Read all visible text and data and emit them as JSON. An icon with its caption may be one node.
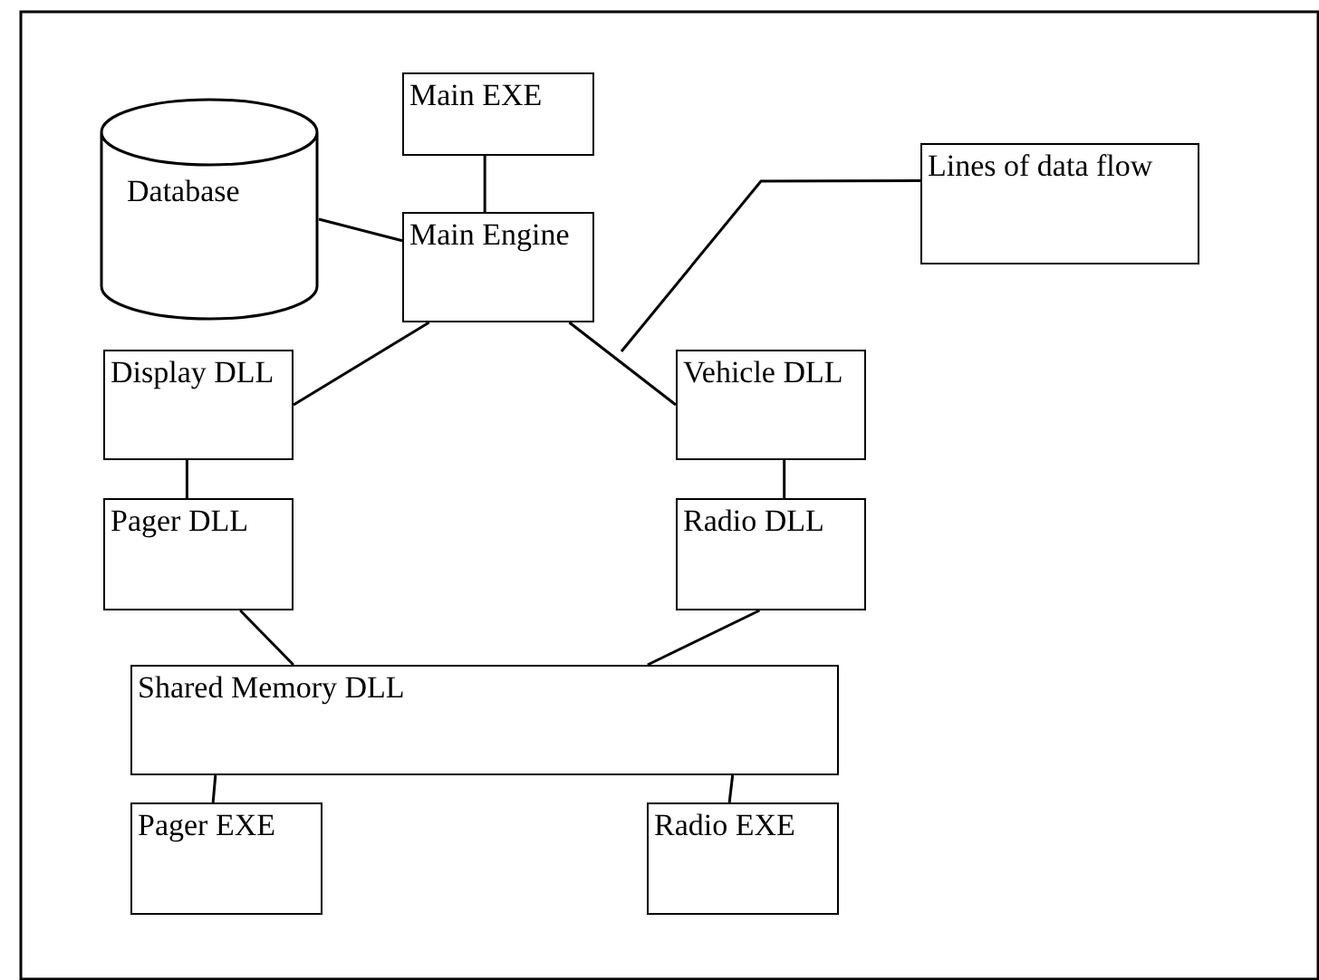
{
  "diagram": {
    "nodes": [
      {
        "text": [
          "Main EXE"
        ]
      },
      {
        "text": [
          "Database"
        ]
      },
      {
        "text": [
          "Main Engine"
        ]
      },
      {
        "text": [
          "Lines of data flow"
        ]
      },
      {
        "text": [
          "Display DLL"
        ]
      },
      {
        "text": [
          "Vehicle DLL"
        ]
      },
      {
        "text": [
          "Pager DLL"
        ]
      },
      {
        "text": [
          "Radio DLL"
        ]
      },
      {
        "text": [
          "Shared Memory DLL"
        ]
      },
      {
        "text": [
          "Pager EXE"
        ]
      },
      {
        "text": [
          "Radio EXE"
        ]
      }
    ],
    "edges": [
      {
        "from": 0,
        "to": 2,
        "arrow": "none"
      },
      {
        "from": 1,
        "to": 2,
        "arrow": "none"
      },
      {
        "from": 2,
        "to": 4,
        "arrow": "none"
      },
      {
        "from": 2,
        "to": 5,
        "arrow": "none"
      },
      {
        "from": 4,
        "to": 6,
        "arrow": "none"
      },
      {
        "from": 5,
        "to": 7,
        "arrow": "none"
      },
      {
        "from": 6,
        "to": 8,
        "arrow": "none"
      },
      {
        "from": 7,
        "to": 8,
        "arrow": "none"
      },
      {
        "from": 8,
        "to": 9,
        "arrow": "none"
      },
      {
        "from": 8,
        "to": 10,
        "arrow": "none"
      },
      {
        "from": 3,
        "to": null,
        "arrow": "none"
      }
    ]
  }
}
